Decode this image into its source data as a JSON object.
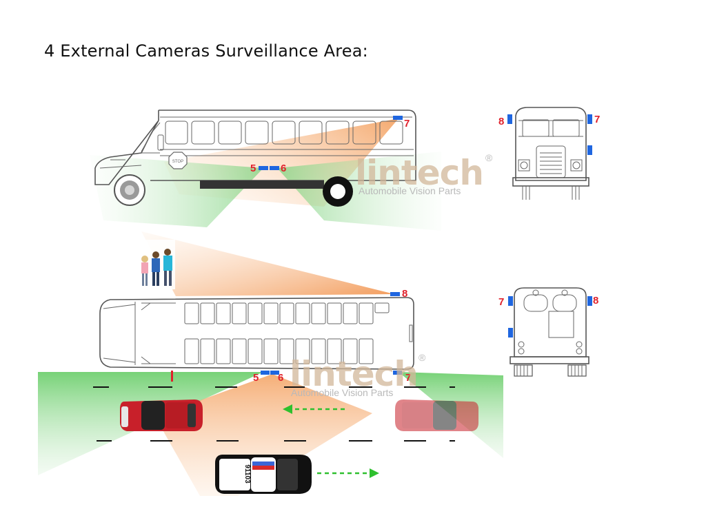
{
  "title": "4 External Cameras Surveillance Area:",
  "watermark": {
    "brand": "lintech",
    "registered": "®",
    "tagline": "Automobile Vision Parts"
  },
  "camera_labels": {
    "side_view": [
      "5",
      "6",
      "7"
    ],
    "front_view": [
      "8",
      "7"
    ],
    "top_view": [
      "8",
      "5",
      "6",
      "7"
    ],
    "rear_view": [
      "7",
      "8"
    ]
  },
  "bus_sign": "STOP",
  "police_car_number": "91103",
  "colors": {
    "camera": "#1f66e0",
    "label": "#e0212b",
    "coverage_orange": "#f5a66a",
    "coverage_green": "#6fcf6f",
    "arrow": "#2ec02e",
    "red_car": "#c8202a"
  }
}
